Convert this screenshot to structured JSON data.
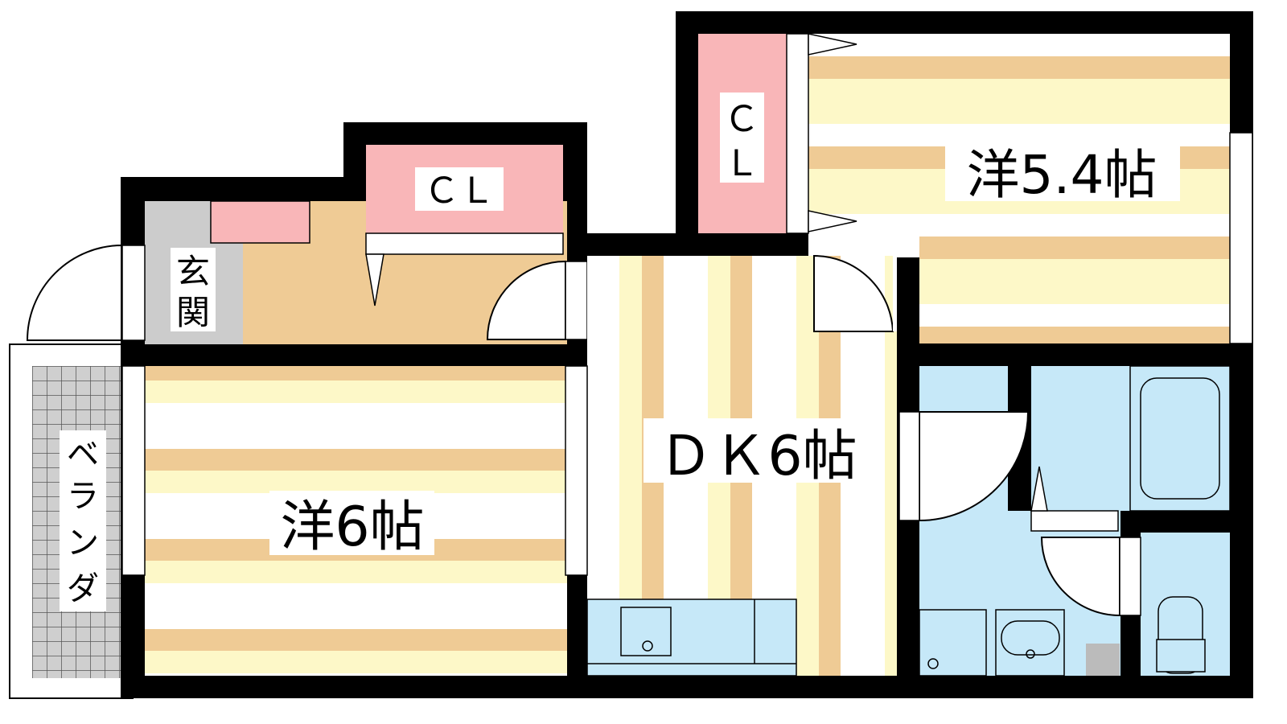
{
  "rooms": {
    "closet_top_left": "ＣＬ",
    "closet_top_right_c": "Ｃ",
    "closet_top_right_l": "Ｌ",
    "western_room_54": "洋5.4帖",
    "entrance_1": "玄",
    "entrance_2": "関",
    "dining_kitchen": "ＤＫ6帖",
    "western_room_6": "洋6帖",
    "veranda": [
      "ベ",
      "ラ",
      "ン",
      "ダ"
    ]
  },
  "colors": {
    "wall": "#000000",
    "closet": "#f9b6b8",
    "floor_tan": "#efcb95",
    "floor_cream": "#fdf8c8",
    "wet_area": "#c6e8f8",
    "entrance": "#cccccc"
  }
}
